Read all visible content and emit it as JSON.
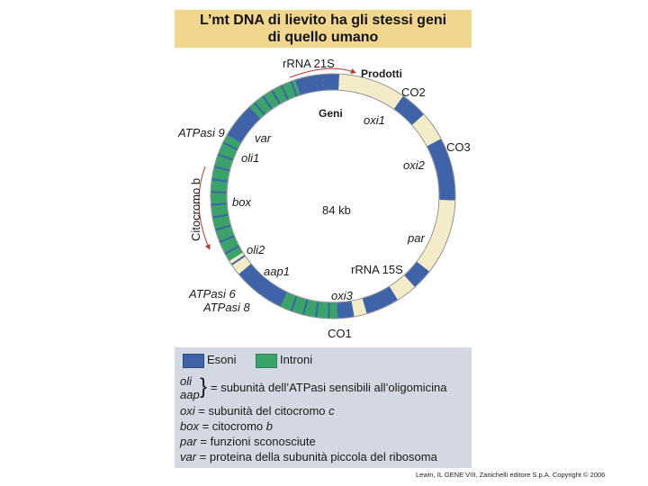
{
  "title": {
    "line1": "L’mt DNA di lievito ha gli stessi geni",
    "line2": "di quello umano"
  },
  "labels": {
    "rrna21s": "rRNA 21S",
    "prodotti": "Prodotti",
    "co2": "CO2",
    "oxi1": "oxi1",
    "geni": "Geni",
    "co3": "CO3",
    "oxi2": "oxi2",
    "atpasi9": "ATPasi 9",
    "var": "var",
    "oli1": "oli1",
    "citocromo_b": "Citocromo b",
    "box": "box",
    "size": "84 kb",
    "par": "par",
    "oli2": "oli2",
    "rrna15s": "rRNA 15S",
    "aap1": "aap1",
    "atpasi6": "ATPasi 6",
    "atpasi8": "ATPasi 8",
    "oxi3": "oxi3",
    "co1": "CO1"
  },
  "legend": {
    "exon_label": "Esoni",
    "intron_label": "Introni",
    "exon_color": "#3f63a8",
    "intron_color": "#39a36a",
    "abbr_oli": "oli",
    "abbr_aap": "aap",
    "def_oli_aap": "= subunità dell’ATPasi sensibili all’oligomicina",
    "def_oxi_term": "oxi",
    "def_oxi": " = subunità del citocromo ",
    "def_oxi_c": "c",
    "def_box_term": "box",
    "def_box": " = citocromo ",
    "def_box_b": "b",
    "def_par_term": "par",
    "def_par": " = funzioni sconosciute",
    "def_var_term": "var",
    "def_var": " = proteina della subunità piccola del ribosoma"
  },
  "credit": "Lewin, IL GENE VIII, Zanichelli editore S.p.A. Copyright © 2006",
  "colors": {
    "title_bg": "#f1d78e",
    "product_bg": "#f4ecc8",
    "legend_bg": "#d3d8e2",
    "ring_bg": "#ffffff",
    "arrow": "#c0312b"
  }
}
